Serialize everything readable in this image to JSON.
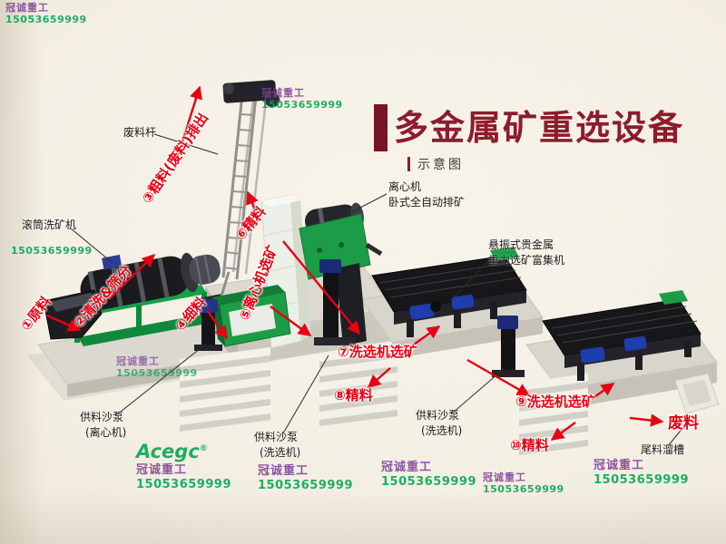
{
  "title": {
    "main": "多金属矿重选设备",
    "subtitle": "示意图"
  },
  "steps": {
    "s1": "①原料",
    "s2": "②清洗&筛分",
    "s3": "③粗料(废料)排出",
    "s4": "④细料",
    "s5": "⑤离心机选矿",
    "s6": "⑥精料",
    "s7": "⑦洗选机选矿",
    "s8": "⑧精料",
    "s9": "⑨洗选机选矿",
    "s10": "⑩精料",
    "waste_out": "废料"
  },
  "equipment_labels": {
    "waste_rod": "废料杆",
    "trommel": "滚筒洗矿机",
    "centrifuge_line1": "离心机",
    "centrifuge_line2": "卧式全自动排矿",
    "concentrator_line1": "悬振式贵金属",
    "concentrator_line2": "重力选矿富集机",
    "feed_pump": "供料沙泵",
    "feed_pump_centrifuge": "(离心机)",
    "feed_pump_washer": "(洗选机)",
    "tailings_chute": "尾料溜槽"
  },
  "watermark": {
    "brand": "Acegc",
    "reg": "®",
    "company": "冠诚重工",
    "phone": "15053659999"
  },
  "colors": {
    "title": "#8e1b2c",
    "step_red": "#e60012",
    "brand_green": "#00a651",
    "brand_purple": "#7d3f98",
    "machine_green": "#1d9c47",
    "background": "#f3eee2"
  }
}
